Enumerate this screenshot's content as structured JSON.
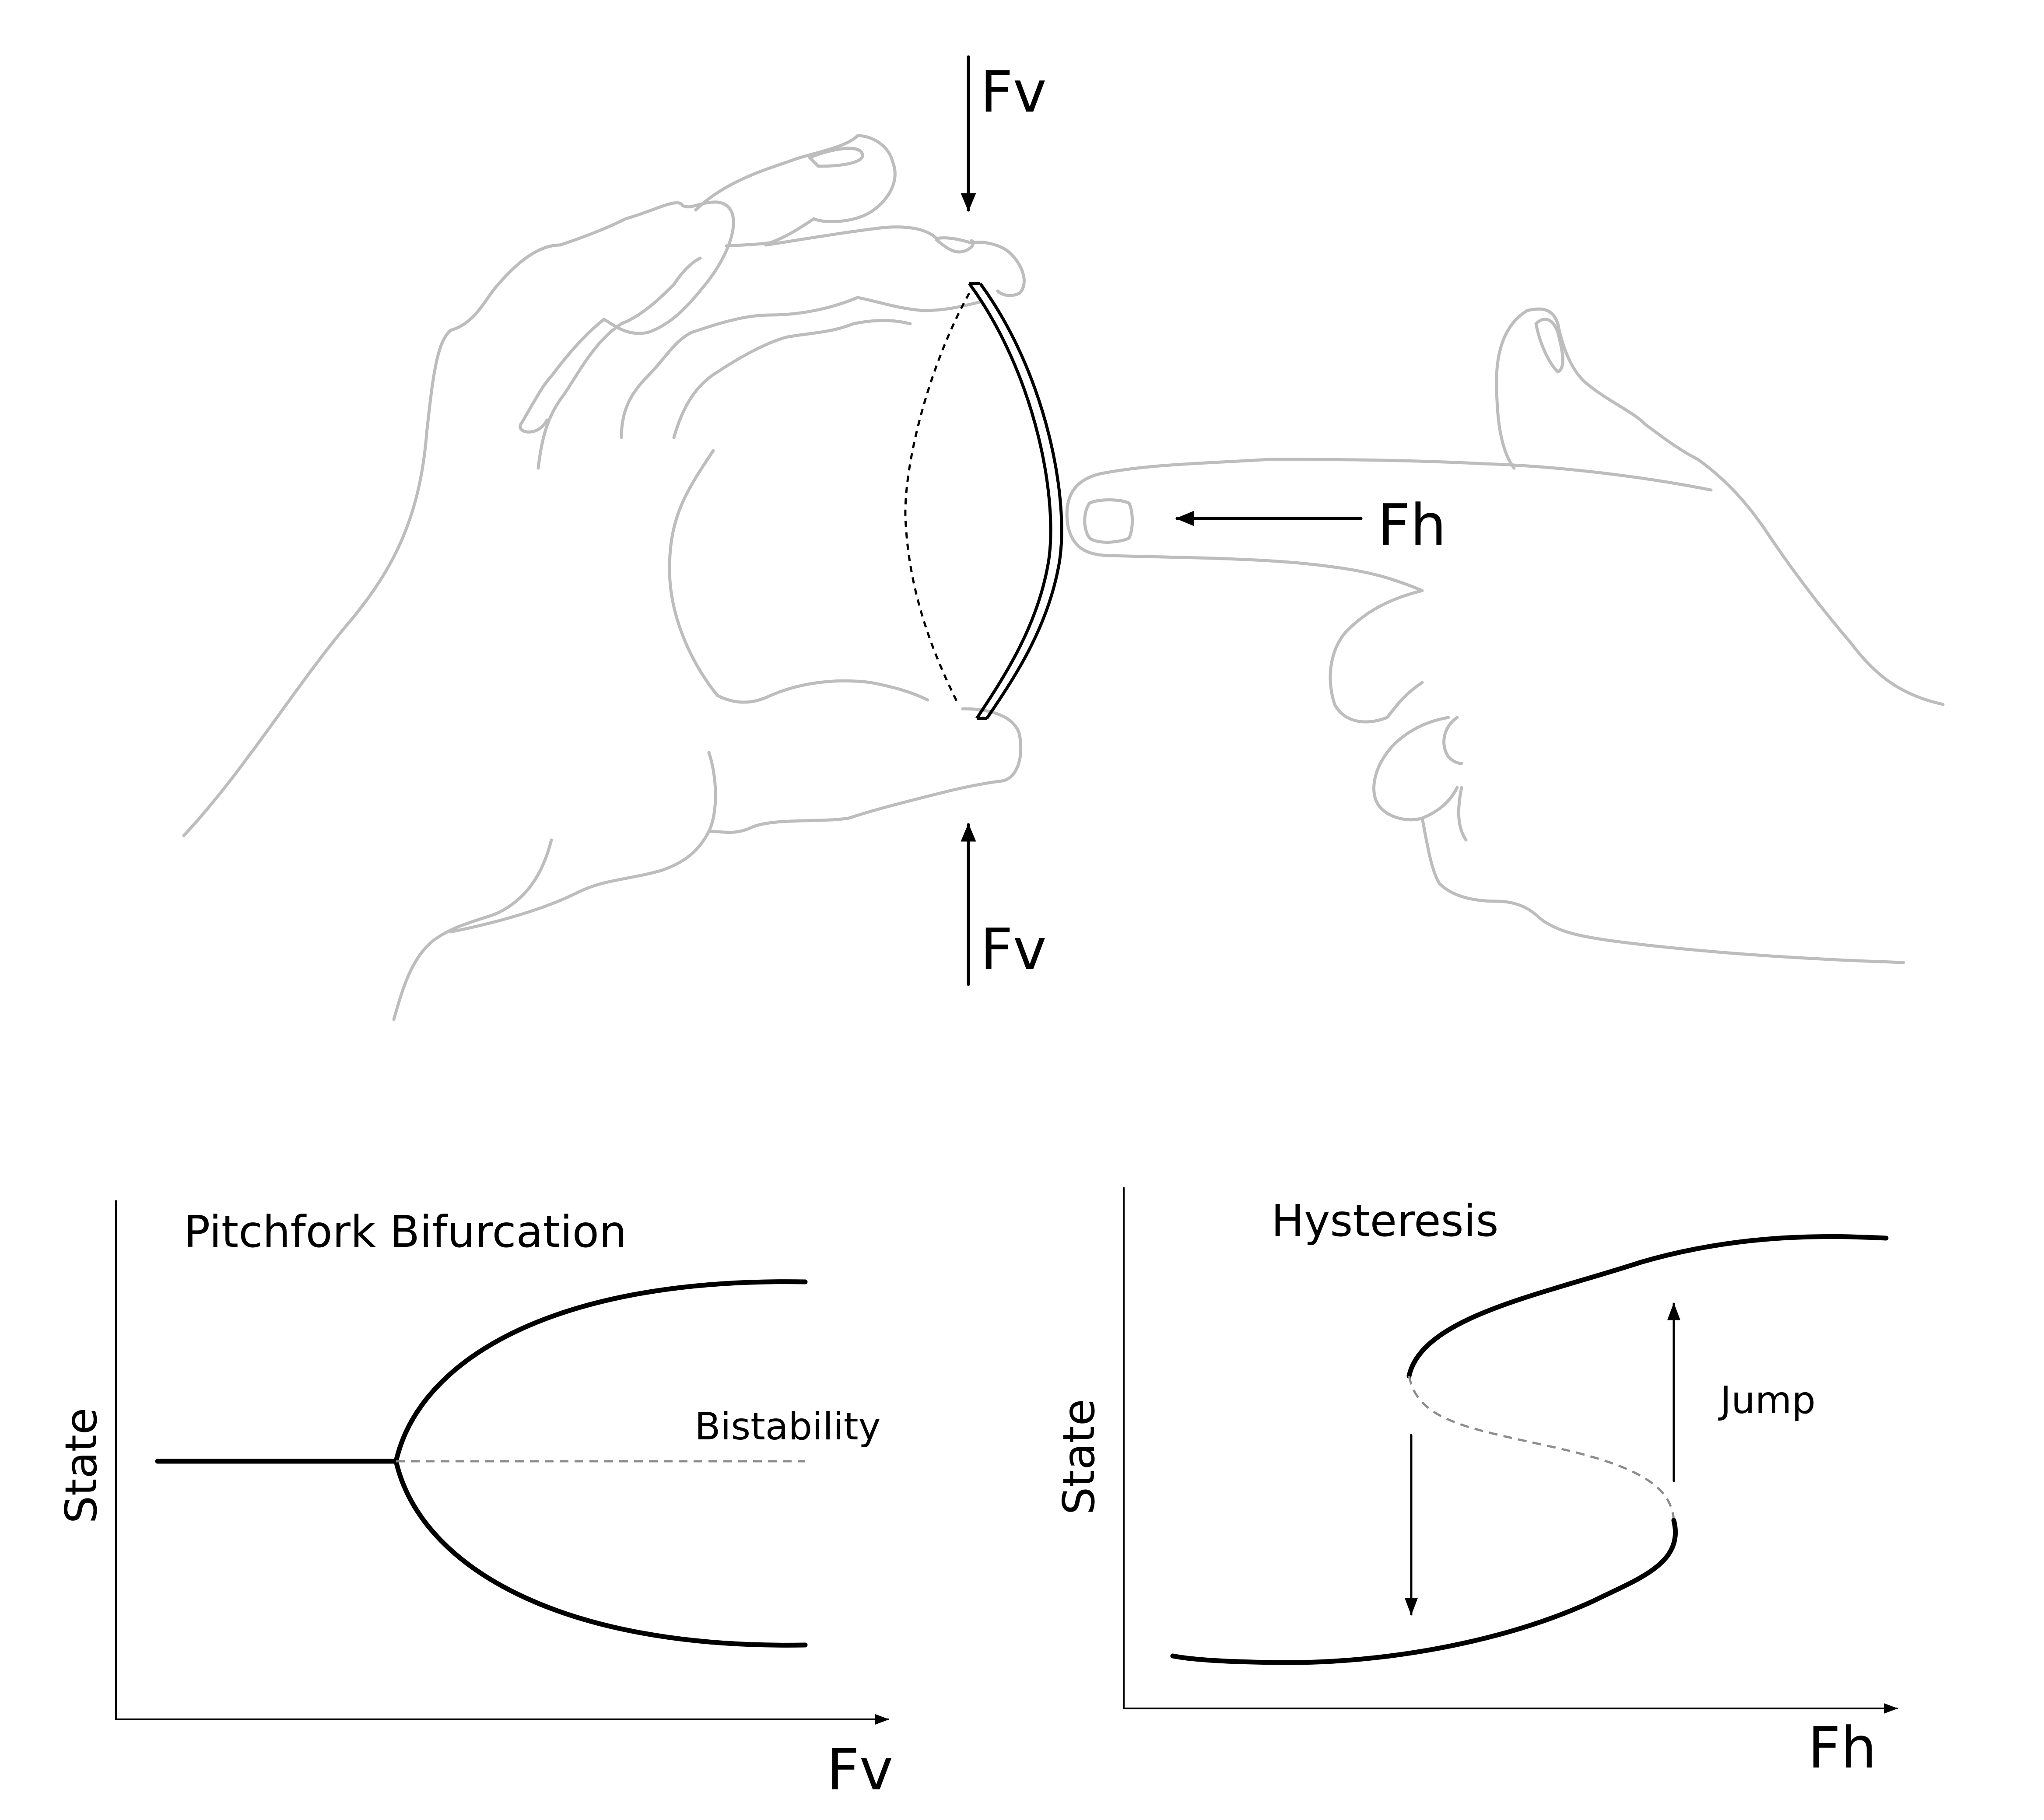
{
  "illustration": {
    "top_force_label": "Fv",
    "bottom_force_label": "Fv",
    "horizontal_force_label": "Fh"
  },
  "pitchfork_plot": {
    "title": "Pitchfork Bifurcation",
    "ylabel": "State",
    "xlabel": "Fv",
    "annotation": "Bistability"
  },
  "hysteresis_plot": {
    "title": "Hysteresis",
    "ylabel": "State",
    "xlabel": "Fh",
    "annotation": "Jump"
  },
  "colors": {
    "ink": "#000000",
    "hand_outline": "#bdbdbd",
    "unstable_branch": "#8c8c8c"
  }
}
